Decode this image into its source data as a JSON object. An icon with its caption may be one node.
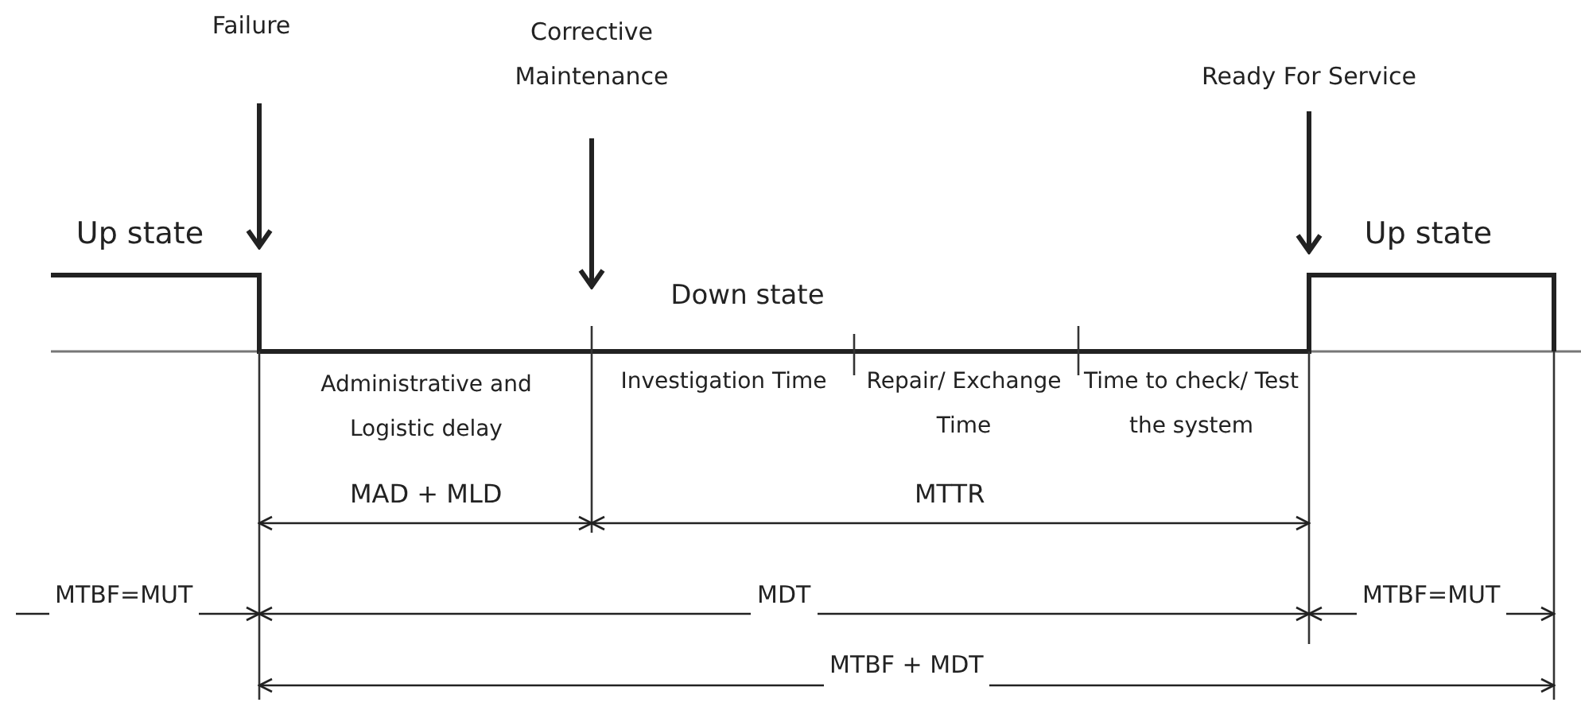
{
  "diagram": {
    "labels": [
      "Corrective Maintenance",
      "Failure",
      "Ready For Service",
      "Up state",
      "Up state",
      "Down state",
      "Administrative and Logistic delay",
      "Investigation Time",
      "Repair/ Exchange Time",
      "Time to check/ Test the system",
      "MAD + MLD",
      "MTTR",
      "MTBF=MUT",
      "MDT",
      "MTBF=MUT",
      "MTBF + MDT"
    ]
  }
}
